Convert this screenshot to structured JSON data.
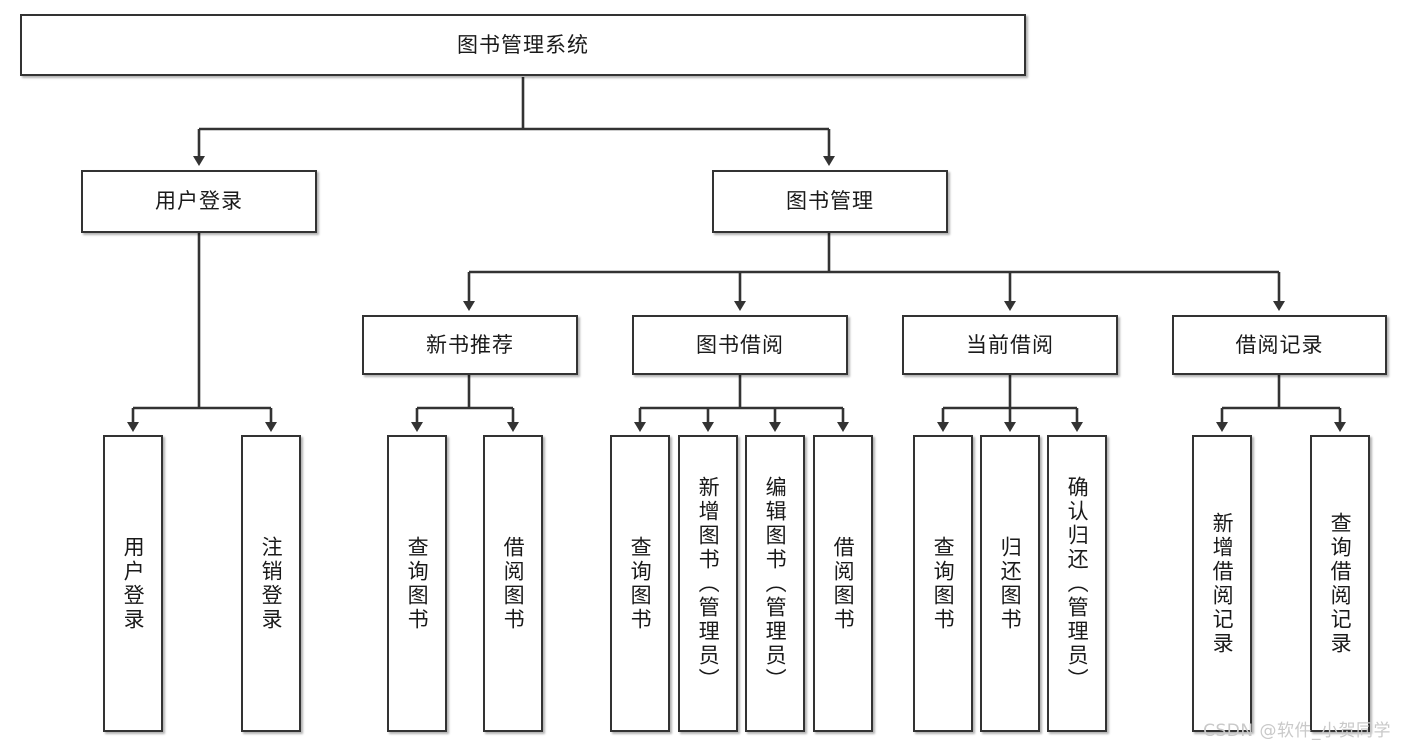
{
  "diagram": {
    "title": "图书管理系统",
    "watermark": "CSDN @软件_小贺同学",
    "line_color": "#333333",
    "box_fill": "#ffffff",
    "text_color": "#1a1a1a",
    "watermark_color": "#c9c9c9"
  },
  "nodes": {
    "root": {
      "label": "图书管理系统"
    },
    "level1": [
      {
        "label": "用户登录"
      },
      {
        "label": "图书管理"
      }
    ],
    "level2": [
      {
        "label": "新书推荐"
      },
      {
        "label": "图书借阅"
      },
      {
        "label": "当前借阅"
      },
      {
        "label": "借阅记录"
      }
    ],
    "leaves": {
      "user_login": [
        {
          "label": "用户登录"
        },
        {
          "label": "注销登录"
        }
      ],
      "new_book_recommend": [
        {
          "label": "查询图书"
        },
        {
          "label": "借阅图书"
        }
      ],
      "book_borrow": [
        {
          "label": "查询图书"
        },
        {
          "label": "新增图书（管理员）"
        },
        {
          "label": "编辑图书（管理员）"
        },
        {
          "label": "借阅图书"
        }
      ],
      "current_borrow": [
        {
          "label": "查询图书"
        },
        {
          "label": "归还图书"
        },
        {
          "label": "确认归还（管理员）"
        }
      ],
      "borrow_record": [
        {
          "label": "新增借阅记录"
        },
        {
          "label": "查询借阅记录"
        }
      ]
    }
  }
}
